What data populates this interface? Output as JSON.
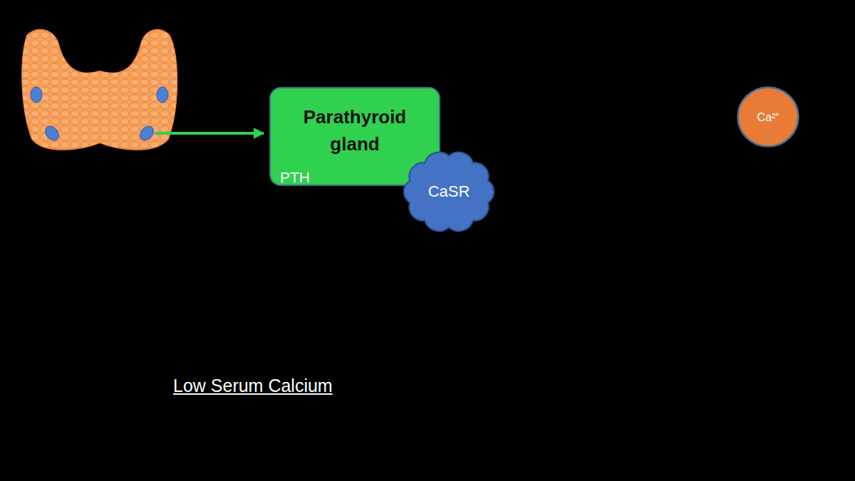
{
  "diagram": {
    "nodes": [
      {
        "text": [
          "Parathyroid gland",
          "PTH"
        ]
      },
      {
        "text": [
          "CaSR"
        ]
      },
      {
        "text": [
          "Ca²⁺"
        ]
      }
    ],
    "labels": [
      "Low Serum Calcium"
    ]
  }
}
